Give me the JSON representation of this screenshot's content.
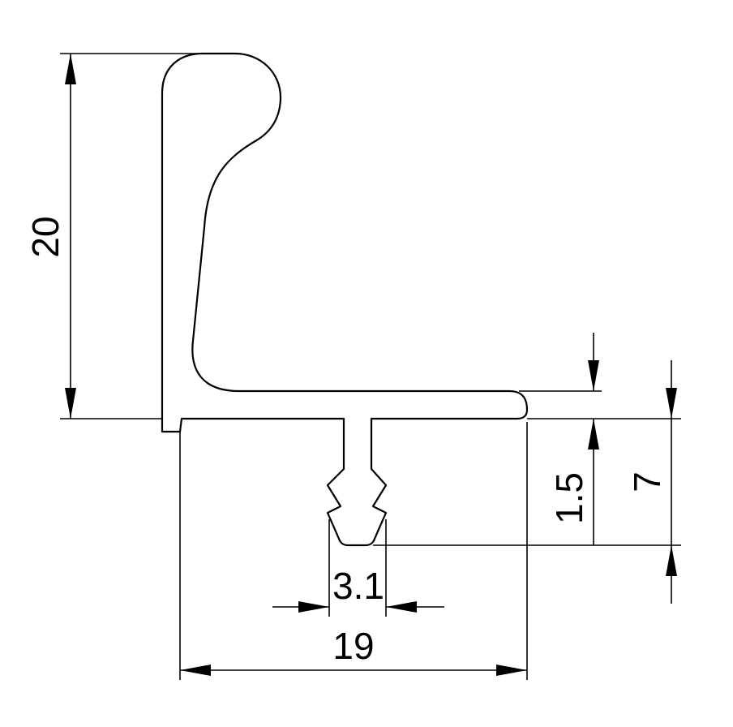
{
  "dimensions": {
    "height_total": "20",
    "width_total": "19",
    "tongue_width": "3.1",
    "lip_thickness": "1.5",
    "tongue_depth": "7"
  },
  "colors": {
    "line": "#000000",
    "background": "#ffffff"
  }
}
